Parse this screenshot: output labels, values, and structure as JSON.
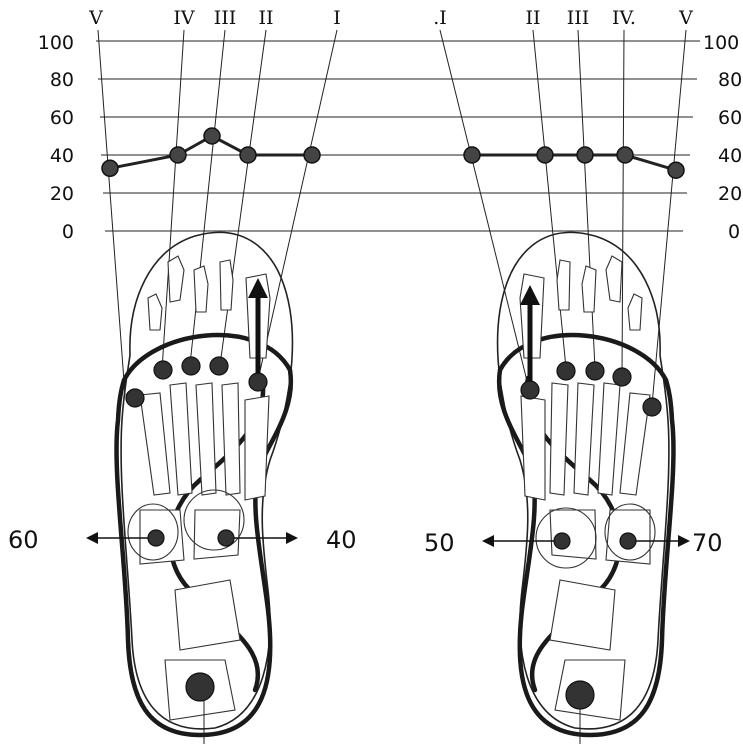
{
  "chart_data": {
    "type": "line",
    "ylim": [
      0,
      100
    ],
    "y_ticks": [
      "100",
      "80",
      "60",
      "40",
      "20",
      "0"
    ],
    "left_foot": {
      "categories": [
        "V",
        "IV",
        "III",
        "II",
        "I"
      ],
      "values": [
        33,
        40,
        50,
        40,
        40
      ]
    },
    "right_foot": {
      "categories": [
        ".I",
        "II",
        "III",
        "IV.",
        "V"
      ],
      "values": [
        40,
        40,
        40,
        40,
        32
      ]
    }
  },
  "heel_forces": {
    "left_lateral": "60",
    "left_medial": "40",
    "right_medial": "50",
    "right_lateral": "70"
  }
}
